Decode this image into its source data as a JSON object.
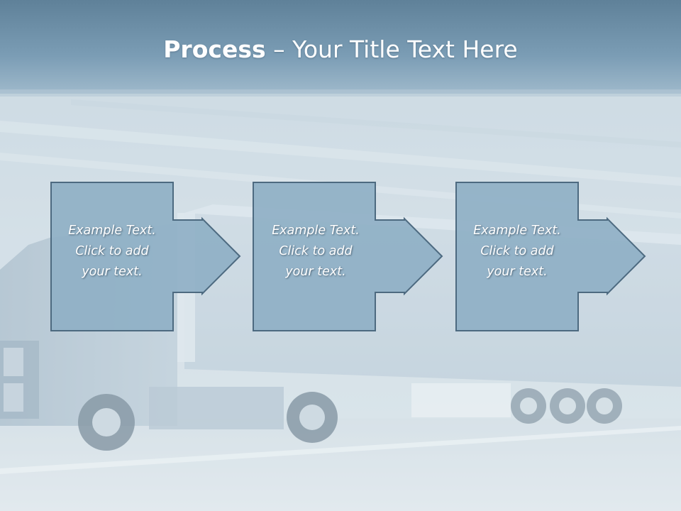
{
  "slide": {
    "title_bold": "Process",
    "title_rest": " – Your Title Text Here"
  },
  "process_steps": [
    {
      "line1": "Example Text.",
      "line2": "Click  to add",
      "line3": "your text."
    },
    {
      "line1": "Example Text.",
      "line2": "Click  to add",
      "line3": "your text."
    },
    {
      "line1": "Example Text.",
      "line2": "Click  to add",
      "line3": "your text."
    }
  ],
  "colors": {
    "box_fill": "#8fb0c6",
    "box_stroke": "#4d6a80",
    "title_band": "#7a9db5"
  }
}
